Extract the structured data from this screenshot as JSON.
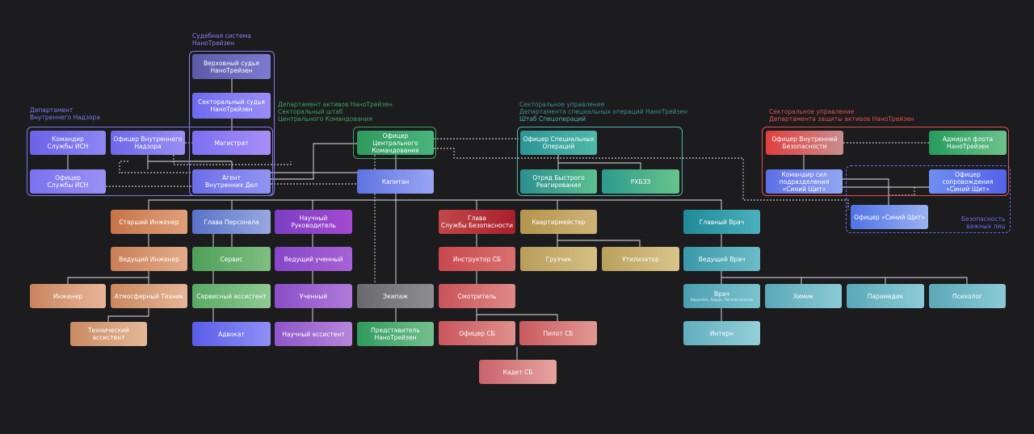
{
  "groups": {
    "judicial": {
      "line1": "Судебная система",
      "line2": "НаноТрейзен",
      "color": "#8b7cf6"
    },
    "internal": {
      "line1": "Департамент",
      "line2": "Внутреннего Надзора",
      "color": "#7b7bf0"
    },
    "assets": {
      "line1": "Департамент активов НаноТрейзен",
      "line2": "Секторальный штаб",
      "line3": "Центрального Командования",
      "color": "#3aa564"
    },
    "specops": {
      "line1": "Секторальное управление",
      "line2": "Департамента специальных операций НаноТрейзен",
      "line3": "Штаб Спецопераций",
      "color": "#3e8f86",
      "color3": "#4ab6b0"
    },
    "protect": {
      "line1": "Секторальное управление",
      "line2": "Департамента защиты активов НаноТрейзен",
      "color": "#e0524f"
    },
    "vip": {
      "line1": "Безопасность",
      "line2": "важных лиц",
      "color": "#6a6cf0"
    }
  },
  "nodes": {
    "supreme_judge": {
      "l1": "Верховный судья",
      "l2": "НаноТрейзен"
    },
    "sector_judge": {
      "l1": "Секторальный судья",
      "l2": "НаноТрейзен"
    },
    "magistrate": {
      "l1": "Магистрат"
    },
    "isn_commander": {
      "l1": "Командир",
      "l2": "Службы ИСН"
    },
    "internal_officer": {
      "l1": "Офицер Внутреннего",
      "l2": "Надзора"
    },
    "isn_officer": {
      "l1": "Офицер",
      "l2": "Службы ИСН"
    },
    "ia_agent": {
      "l1": "Агент",
      "l2": "Внутренних Дел"
    },
    "central_officer": {
      "l1": "Офицер Центрального",
      "l2": "Командования"
    },
    "captain": {
      "l1": "Капитан"
    },
    "specops_officer": {
      "l1": "Офицер Специальных",
      "l2": "Операций"
    },
    "rapid_squad": {
      "l1": "Отряд Быстрого",
      "l2": "Реагирования"
    },
    "rhbz": {
      "l1": "РХБЗЗ"
    },
    "internal_sec_officer": {
      "l1": "Офицер Внутренней",
      "l2": "Безопасности"
    },
    "fleet_admiral": {
      "l1": "Адмирал флота",
      "l2": "НаноТрейзен"
    },
    "blueshield_commander": {
      "l1": "Командир сил",
      "l2": "подразделения",
      "l3": "«Синий Щит»"
    },
    "escort_officer": {
      "l1": "Офицер сопровождения",
      "l2": "«Синий Щит»"
    },
    "blueshield_officer": {
      "l1": "Офицер «Синий Щит»"
    },
    "chief_engineer": {
      "l1": "Старший Инженер"
    },
    "lead_engineer": {
      "l1": "Ведущий Инженер"
    },
    "engineer": {
      "l1": "Инженер"
    },
    "atmos_tech": {
      "l1": "Атмосферный Техник"
    },
    "tech_assistant": {
      "l1": "Технический ассистент"
    },
    "hop": {
      "l1": "Глава Персонала"
    },
    "service": {
      "l1": "Сервис"
    },
    "service_assistant": {
      "l1": "Сервисный ассистент"
    },
    "lawyer": {
      "l1": "Адвокат"
    },
    "rd": {
      "l1": "Научный",
      "l2": "Руководитель"
    },
    "lead_scientist": {
      "l1": "Ведущий ученный"
    },
    "scientist": {
      "l1": "Ученный"
    },
    "sci_assistant": {
      "l1": "Научный ассистент"
    },
    "crew": {
      "l1": "Экипаж"
    },
    "nt_rep": {
      "l1": "Представитель",
      "l2": "НаноТрейзен"
    },
    "hos": {
      "l1": "Глава",
      "l2": "Службы Безопасности"
    },
    "sec_instructor": {
      "l1": "Инструктор СБ"
    },
    "warden": {
      "l1": "Смотритель"
    },
    "sec_officer": {
      "l1": "Офицер СБ"
    },
    "sec_pilot": {
      "l1": "Пилот СБ"
    },
    "sec_cadet": {
      "l1": "Кадет СБ"
    },
    "qm": {
      "l1": "Квартирмейстер"
    },
    "cargo": {
      "l1": "Грузчик"
    },
    "recycler": {
      "l1": "Утилизатор"
    },
    "cmo": {
      "l1": "Главный Врач"
    },
    "lead_doctor": {
      "l1": "Ведущий Врач"
    },
    "doctor": {
      "l1": "Врач",
      "sub": "Вирусолог, Хирург, Патологоанатом"
    },
    "chemist": {
      "l1": "Химик"
    },
    "paramedic": {
      "l1": "Парамедик"
    },
    "psychologist": {
      "l1": "Психолог"
    },
    "intern": {
      "l1": "Интерн"
    }
  }
}
